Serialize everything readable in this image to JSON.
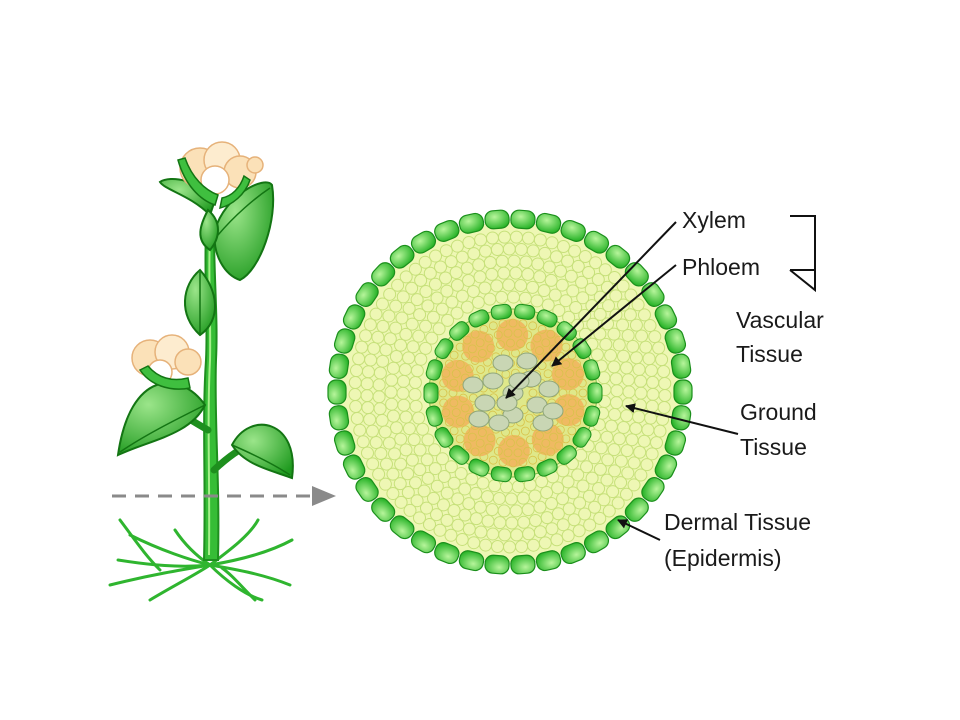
{
  "labels": {
    "xylem": "Xylem",
    "phloem": "Phloem",
    "vascular_line1": "Vascular",
    "vascular_line2": "Tissue",
    "ground_line1": "Ground",
    "ground_line2": "Tissue",
    "dermal_line1": "Dermal Tissue",
    "dermal_line2": "(Epidermis)"
  },
  "colors": {
    "epidermis": "#2fc42f",
    "epidermis_highlight": "#a6f08a",
    "ground": "#eef7b4",
    "ground_cell": "#c6e07a",
    "phloem": "#f2b15a",
    "xylem_cell": "#c9d6b4",
    "leaf": "#3fbf3f",
    "leaf_dark": "#1e8f1e",
    "flower": "#fbe1b8",
    "label": "#1a1a1a"
  }
}
